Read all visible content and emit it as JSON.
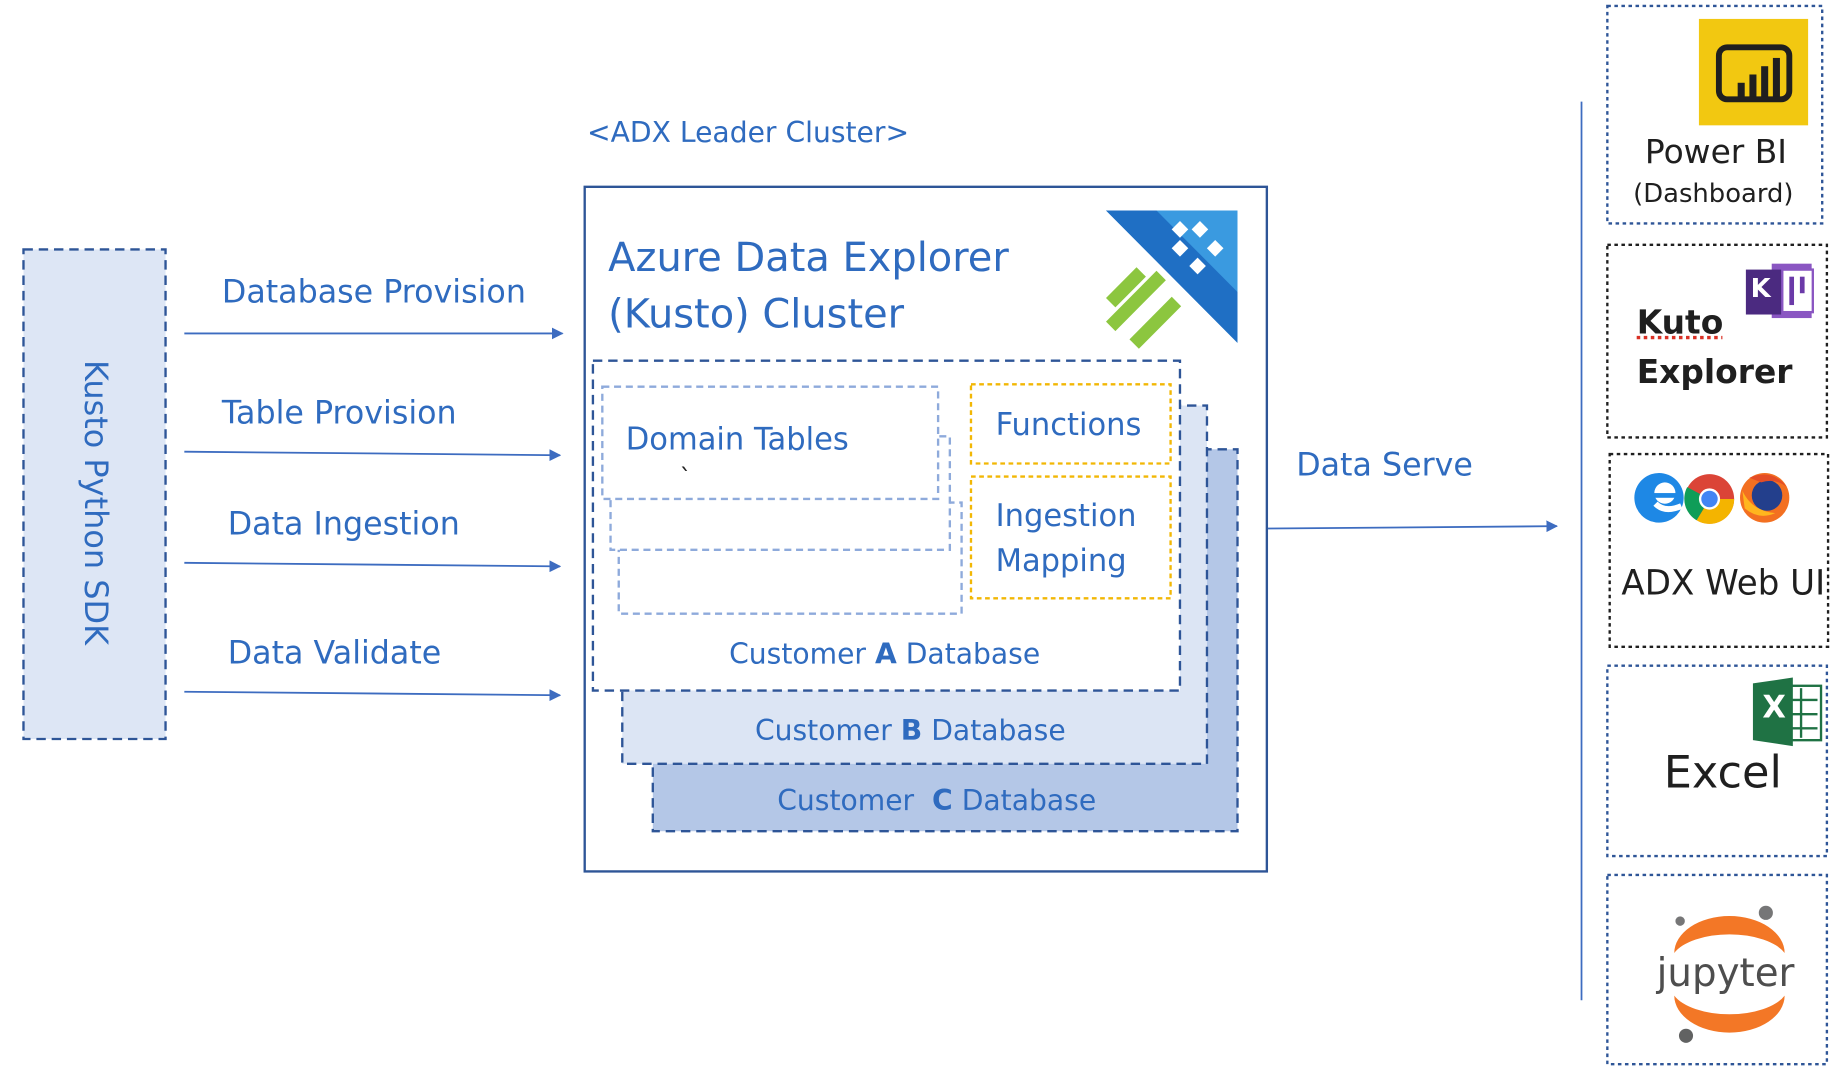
{
  "sdk": {
    "label": "Kusto Python SDK"
  },
  "operations": [
    {
      "label": "Database Provision"
    },
    {
      "label": "Table Provision"
    },
    {
      "label": "Data Ingestion"
    },
    {
      "label": "Data Validate"
    }
  ],
  "cluster": {
    "caption": "<ADX Leader Cluster>",
    "title_line1": "Azure Data Explorer",
    "title_line2": "(Kusto) Cluster",
    "domain_tables": "Domain Tables",
    "stray_mark": "`",
    "functions": "Functions",
    "ingestion_line1": "Ingestion",
    "ingestion_line2": "Mapping",
    "databases": [
      {
        "prefix": "Customer ",
        "letter": "A",
        "suffix": " Database"
      },
      {
        "prefix": "Customer ",
        "letter": "B",
        "suffix": " Database"
      },
      {
        "prefix": "Customer  ",
        "letter": "C",
        "suffix": " Database"
      }
    ]
  },
  "data_serve": {
    "label": "Data Serve"
  },
  "tools": {
    "powerbi_line1": "Power BI",
    "powerbi_line2": "(Dashboard)",
    "kusto_line1": "Kuto",
    "kusto_line2": "Explorer",
    "kusto_icon_letter": "K",
    "web_label": "ADX Web UI",
    "excel_label": "Excel",
    "excel_icon_letter": "X",
    "jupyter_label": "jupyter"
  },
  "icons": {
    "powerbi": "power-bi-icon",
    "kusto": "kusto-explorer-icon",
    "edge": "edge-browser-icon",
    "chrome": "chrome-browser-icon",
    "firefox": "firefox-browser-icon",
    "excel": "excel-icon",
    "jupyter": "jupyter-icon",
    "adx": "azure-data-explorer-icon"
  },
  "colors": {
    "text_blue": "#2f6bbf",
    "line_blue": "#3d6cc0",
    "sdk_fill": "#dde6f5",
    "db_b_fill": "#dce5f4",
    "db_c_fill": "#b4c7e7",
    "functions_border": "#f2b705",
    "powerbi_yellow": "#f2c811",
    "excel_green": "#1f7244",
    "jupyter_orange": "#f37726",
    "adx_blue": "#2f8fd8",
    "adx_green": "#8cc63f"
  }
}
